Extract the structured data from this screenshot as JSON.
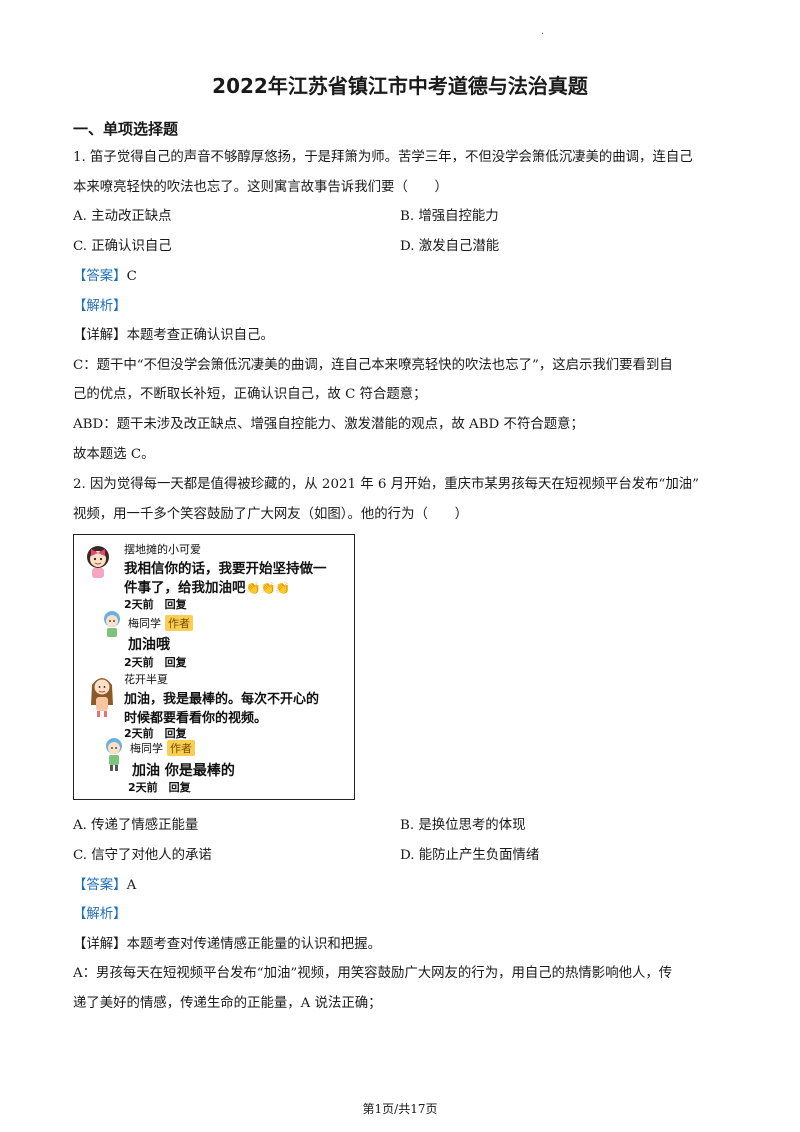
{
  "header": {
    "dot": "."
  },
  "title": "2022年江苏省镇江市中考道德与法治真题",
  "section_title": "一、单项选择题",
  "q1": {
    "stem_line1": "1. 笛子觉得自己的声音不够醇厚悠扬，于是拜箫为师。苦学三年，不但没学会箫低沉凄美的曲调，连自己",
    "stem_line2": "本来嘹亮轻快的吹法也忘了。这则寓言故事告诉我们要（　　）",
    "options": {
      "a": "A.  主动改正缺点",
      "b": "B.  增强自控能力",
      "c": "C.  正确认识自己",
      "d": "D.  激发自己潜能"
    },
    "answer_tag": "【答案】",
    "answer": "C",
    "analysis_tag": "【解析】",
    "detail_tag": "【详解】",
    "detail": "本题考查正确认识自己。",
    "c_line1": "C：题干中“不但没学会箫低沉凄美的曲调，连自己本来嘹亮轻快的吹法也忘了”，这启示我们要看到自",
    "c_line2": "己的优点，不断取长补短，正确认识自己，故 C 符合题意；",
    "abd_line": "ABD：题干未涉及改正缺点、增强自控能力、激发潜能的观点，故 ABD 不符合题意；",
    "conclusion": "故本题选 C。"
  },
  "q2": {
    "stem_line1": "2. 因为觉得每一天都是值得被珍藏的，从 2021 年 6 月开始，重庆市某男孩每天在短视频平台发布“加油”",
    "stem_line2": "视频，用一千多个笑容鼓励了广大网友（如图）。他的行为（　　）",
    "comments": {
      "c1_name": "摆地摊的小可爱",
      "c1_text_line1": "我相信你的话，我要开始坚持做一",
      "c1_text_line2": "件事了，给我加油吧",
      "c1_emoji": "👏👏👏",
      "c1_meta_time": "2天前",
      "c1_meta_reply": "回复",
      "r1_name": "梅同学",
      "r1_badge": "作者",
      "r1_text": "加油哦",
      "r1_meta_time": "2天前",
      "r1_meta_reply": "回复",
      "c2_name": "花开半夏",
      "c2_text_line1": "加油，我是最棒的。每次不开心的",
      "c2_text_line2": "时候都要看看你的视频。",
      "c2_meta_time": "2天前",
      "c2_meta_reply": "回复",
      "r2_name": "梅同学",
      "r2_badge": "作者",
      "r2_text": "加油 你是最棒的",
      "r2_meta_time": "2天前",
      "r2_meta_reply": "回复"
    },
    "options": {
      "a": "A.  传递了情感正能量",
      "b": "B.  是换位思考的体现",
      "c": "C.  信守了对他人的承诺",
      "d": "D.  能防止产生负面情绪"
    },
    "answer_tag": "【答案】",
    "answer": "A",
    "analysis_tag": "【解析】",
    "detail_tag": "【详解】",
    "detail": "本题考查对传递情感正能量的认识和把握。",
    "a_line1": "A：男孩每天在短视频平台发布“加油”视频，用笑容鼓励广大网友的行为，用自己的热情影响他人，传",
    "a_line2": "递了美好的情感，传递生命的正能量，A 说法正确；"
  },
  "footer": "第1页/共17页",
  "colors": {
    "tag_blue": "#1f6fb5",
    "badge_yellow": "#f8cf52"
  }
}
